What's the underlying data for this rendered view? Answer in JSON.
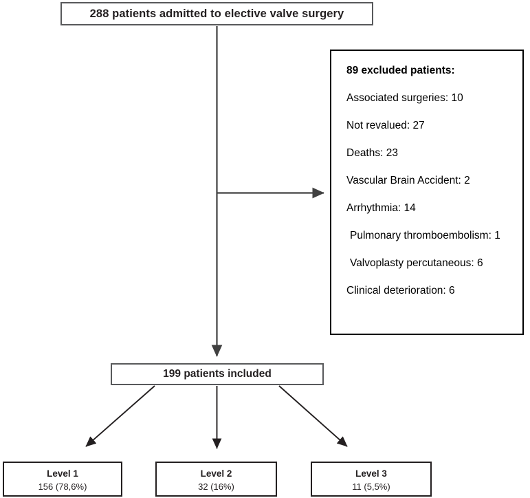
{
  "diagram": {
    "type": "flowchart",
    "title": "Patient enrollment flow diagram",
    "nodes": {
      "admitted": {
        "label": "288 patients admitted to elective valve surgery",
        "count": 288
      },
      "excluded": {
        "heading": "89 excluded patients:",
        "total": 89,
        "items": [
          {
            "label": "Associated surgeries: 10",
            "reason": "Associated surgeries",
            "count": 10
          },
          {
            "label": "Not revalued: 27",
            "reason": "Not revalued",
            "count": 27
          },
          {
            "label": "Deaths: 23",
            "reason": "Deaths",
            "count": 23
          },
          {
            "label": "Vascular Brain Accident: 2",
            "reason": "Vascular Brain Accident",
            "count": 2
          },
          {
            "label": "Arrhythmia: 14",
            "reason": "Arrhythmia",
            "count": 14
          },
          {
            "label": "Pulmonary thromboembolism: 1",
            "reason": "Pulmonary thromboembolism",
            "count": 1
          },
          {
            "label": "Valvoplasty percutaneous: 6",
            "reason": "Valvoplasty percutaneous",
            "count": 6
          },
          {
            "label": "Clinical deterioration: 6",
            "reason": "Clinical deterioration",
            "count": 6
          }
        ]
      },
      "included": {
        "label": "199 patients included",
        "count": 199
      },
      "levels": [
        {
          "title": "Level 1",
          "value": "156 (78,6%)",
          "count": 156,
          "percent": 78.6
        },
        {
          "title": "Level 2",
          "value": "32 (16%)",
          "count": 32,
          "percent": 16
        },
        {
          "title": "Level 3",
          "value": "11 (5,5%)",
          "count": 11,
          "percent": 5.5
        }
      ]
    },
    "colors": {
      "box_border": "#58595b",
      "excluded_border": "#000000",
      "level_border": "#231f20",
      "connector": "#404040",
      "branch_connector": "#231f20",
      "text": "#231f20",
      "background": "#ffffff"
    }
  }
}
